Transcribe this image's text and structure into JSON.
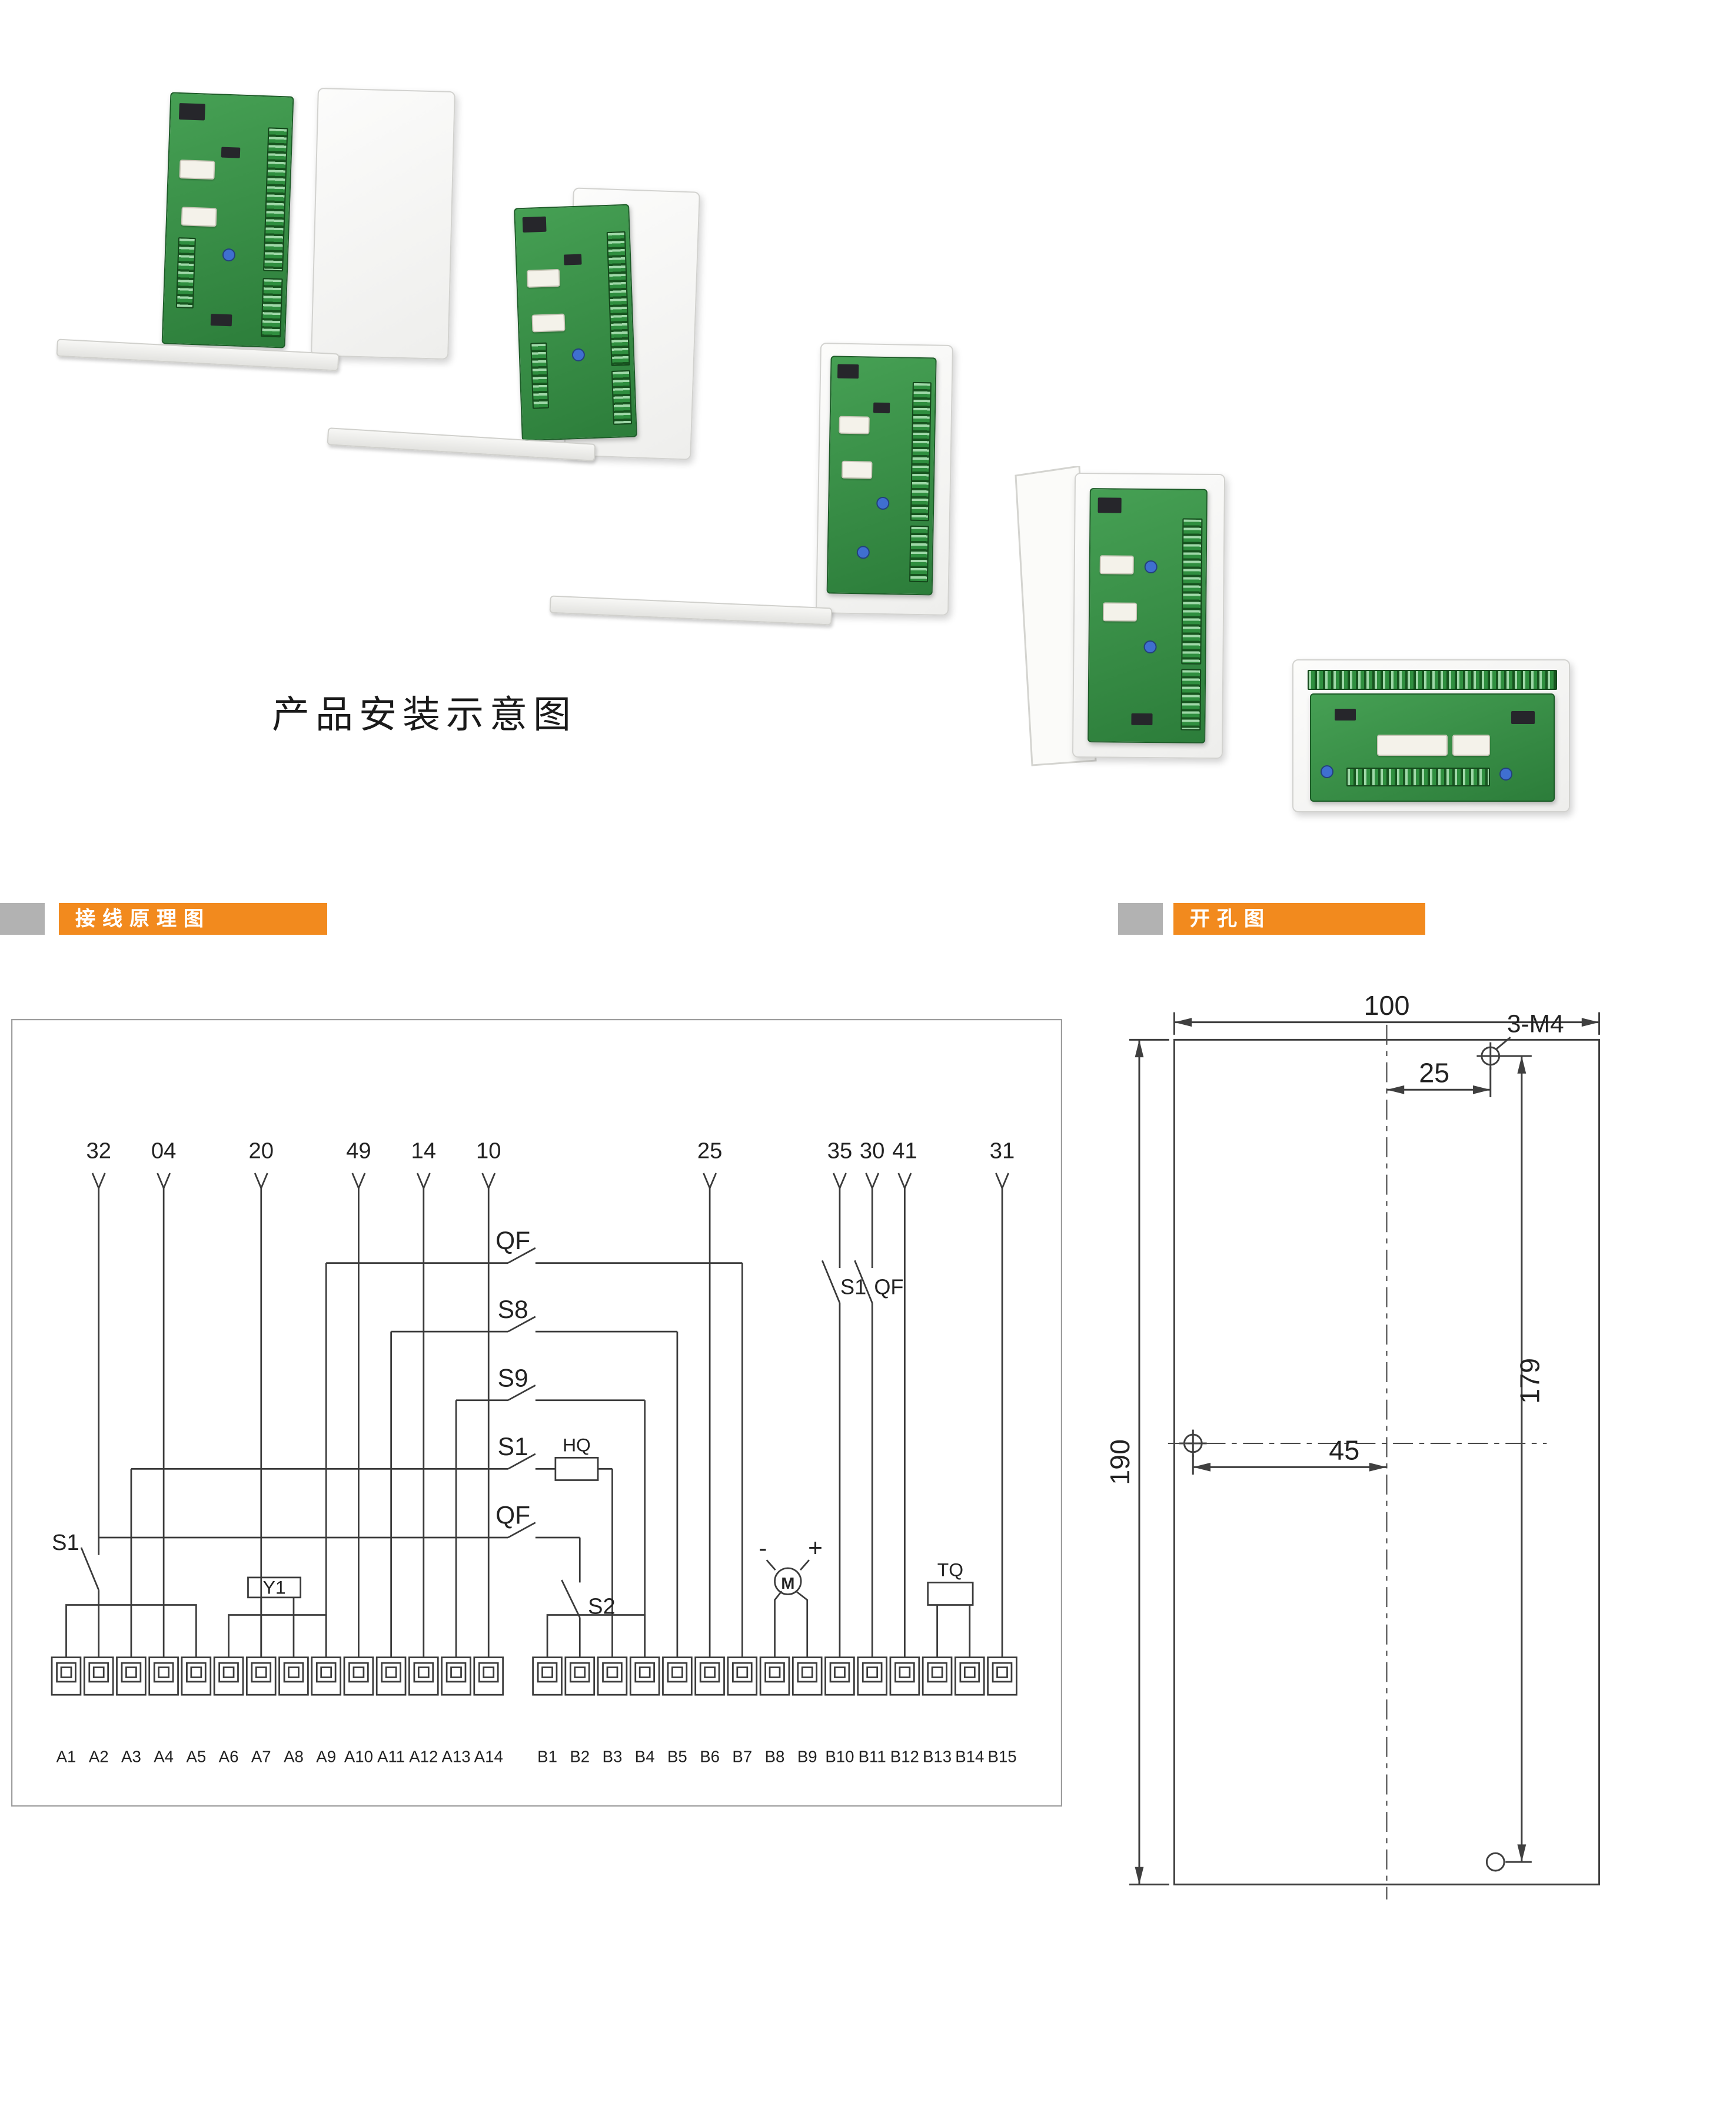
{
  "meta": {
    "installation_caption": "产品安装示意图"
  },
  "sections": {
    "wiring_title": "接线原理图",
    "cutout_title": "开孔图"
  },
  "colors": {
    "accent_orange": "#F28A1E",
    "header_gray": "#B2B2B2",
    "pcb_green": "#2F8F3F",
    "line_dark": "#3B3B3B"
  },
  "wiring": {
    "top_labels": [
      "32",
      "04",
      "20",
      "49",
      "14",
      "10",
      "25",
      "35",
      "30",
      "41",
      "31"
    ],
    "rails": [
      "QF",
      "S8",
      "S9",
      "S1",
      "QF"
    ],
    "labels": {
      "s1_left": "S1",
      "y1": "Y1",
      "hq": "HQ",
      "s2": "S2",
      "s1qf_a": "S1",
      "s1qf_b": "QF",
      "minus": "-",
      "plus": "+",
      "motor": "M",
      "tq": "TQ"
    },
    "terminals_a": [
      "A1",
      "A2",
      "A3",
      "A4",
      "A5",
      "A6",
      "A7",
      "A8",
      "A9",
      "A10",
      "A11",
      "A12",
      "A13",
      "A14"
    ],
    "terminals_b": [
      "B1",
      "B2",
      "B3",
      "B4",
      "B5",
      "B6",
      "B7",
      "B8",
      "B9",
      "B10",
      "B11",
      "B12",
      "B13",
      "B14",
      "B15"
    ]
  },
  "cutout": {
    "width": "100",
    "height": "190",
    "right_span": "179",
    "offset_top": "25",
    "offset_left": "45",
    "hole_spec": "3-M4"
  }
}
